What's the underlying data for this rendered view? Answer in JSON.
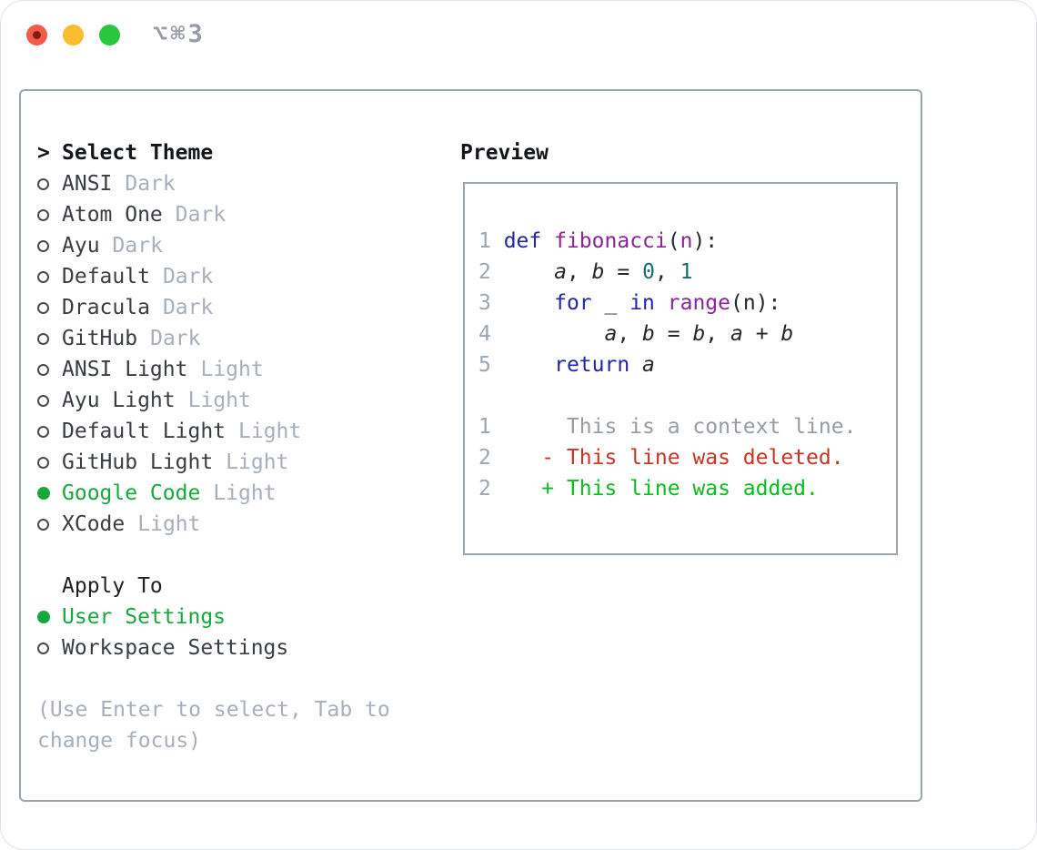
{
  "window": {
    "title": "⌥⌘3"
  },
  "theme_list": {
    "caret": ">",
    "header": "Select Theme",
    "items": [
      {
        "name": "ANSI",
        "variant": "Dark",
        "selected": false
      },
      {
        "name": "Atom One",
        "variant": "Dark",
        "selected": false
      },
      {
        "name": "Ayu",
        "variant": "Dark",
        "selected": false
      },
      {
        "name": "Default",
        "variant": "Dark",
        "selected": false
      },
      {
        "name": "Dracula",
        "variant": "Dark",
        "selected": false
      },
      {
        "name": "GitHub",
        "variant": "Dark",
        "selected": false
      },
      {
        "name": "ANSI Light",
        "variant": "Light",
        "selected": false
      },
      {
        "name": "Ayu Light",
        "variant": "Light",
        "selected": false
      },
      {
        "name": "Default Light",
        "variant": "Light",
        "selected": false
      },
      {
        "name": "GitHub Light",
        "variant": "Light",
        "selected": false
      },
      {
        "name": "Google Code",
        "variant": "Light",
        "selected": true
      },
      {
        "name": "XCode",
        "variant": "Light",
        "selected": false
      }
    ]
  },
  "apply_to": {
    "header": "Apply To",
    "options": [
      {
        "label": "User Settings",
        "selected": true
      },
      {
        "label": "Workspace Settings",
        "selected": false
      }
    ]
  },
  "hint": "(Use Enter to select, Tab to change focus)",
  "preview": {
    "header": "Preview",
    "lines": [
      {
        "num": "1",
        "tokens": [
          {
            "t": " ",
            "c": "plain"
          },
          {
            "t": "def",
            "c": "keyword"
          },
          {
            "t": " ",
            "c": "plain"
          },
          {
            "t": "fibonacci",
            "c": "title"
          },
          {
            "t": "(",
            "c": "plain"
          },
          {
            "t": "n",
            "c": "title"
          },
          {
            "t": "):",
            "c": "plain"
          }
        ]
      },
      {
        "num": "2",
        "tokens": [
          {
            "t": "     ",
            "c": "plain"
          },
          {
            "t": "a",
            "c": "variable"
          },
          {
            "t": ", ",
            "c": "plain"
          },
          {
            "t": "b",
            "c": "variable"
          },
          {
            "t": " = ",
            "c": "plain"
          },
          {
            "t": "0",
            "c": "number"
          },
          {
            "t": ", ",
            "c": "plain"
          },
          {
            "t": "1",
            "c": "number"
          }
        ]
      },
      {
        "num": "3",
        "tokens": [
          {
            "t": "     ",
            "c": "plain"
          },
          {
            "t": "for",
            "c": "keyword"
          },
          {
            "t": " _ ",
            "c": "plain"
          },
          {
            "t": "in",
            "c": "keyword"
          },
          {
            "t": " ",
            "c": "plain"
          },
          {
            "t": "range",
            "c": "title"
          },
          {
            "t": "(n):",
            "c": "plain"
          }
        ]
      },
      {
        "num": "4",
        "tokens": [
          {
            "t": "         ",
            "c": "plain"
          },
          {
            "t": "a",
            "c": "variable"
          },
          {
            "t": ", ",
            "c": "plain"
          },
          {
            "t": "b",
            "c": "variable"
          },
          {
            "t": " = ",
            "c": "plain"
          },
          {
            "t": "b",
            "c": "variable"
          },
          {
            "t": ", ",
            "c": "plain"
          },
          {
            "t": "a",
            "c": "variable"
          },
          {
            "t": " + ",
            "c": "plain"
          },
          {
            "t": "b",
            "c": "variable"
          }
        ]
      },
      {
        "num": "5",
        "tokens": [
          {
            "t": "     ",
            "c": "plain"
          },
          {
            "t": "return",
            "c": "keyword"
          },
          {
            "t": " ",
            "c": "plain"
          },
          {
            "t": "a",
            "c": "variable"
          }
        ]
      },
      {
        "num": "",
        "tokens": []
      },
      {
        "num": "1",
        "tokens": [
          {
            "t": "      This is a context line.",
            "c": "context"
          }
        ]
      },
      {
        "num": "2",
        "tokens": [
          {
            "t": "    - This line was deleted.",
            "c": "deleted"
          }
        ]
      },
      {
        "num": "2",
        "tokens": [
          {
            "t": "    + This line was added.",
            "c": "added"
          }
        ]
      }
    ]
  },
  "colors": {
    "green_ui": "#16a83c",
    "green_diff": "#0abc1e",
    "red_diff": "#c53722",
    "keyword": "#2226a6",
    "title_token": "#8a2597",
    "number_token": "#176d6d",
    "border": "#9aa4ae"
  }
}
